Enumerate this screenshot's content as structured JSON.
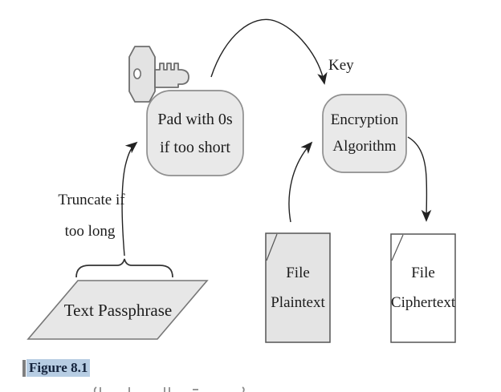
{
  "figure": {
    "caption_label": "Figure 8.1"
  },
  "diagram": {
    "key_arrow_label": "Key",
    "truncate_label_line1": "Truncate if",
    "truncate_label_line2": "too long",
    "pad_box_line1": "Pad with 0s",
    "pad_box_line2": "if too short",
    "encryption_box_line1": "Encryption",
    "encryption_box_line2": "Algorithm",
    "passphrase_label": "Text Passphrase",
    "plaintext_line1": "File",
    "plaintext_line2": "Plaintext",
    "ciphertext_line1": "File",
    "ciphertext_line2": "Ciphertext"
  },
  "icons": {
    "key_icon": "key-icon"
  },
  "colors": {
    "node_fill": "#e9e9e9",
    "node_border": "#8f8f8f",
    "key_fill": "#e3e3e3",
    "key_border": "#6f6f6f",
    "doc_plaintext_fill": "#e4e4e4",
    "doc_ciphertext_fill": "#ffffff",
    "doc_border": "#555555",
    "arrow": "#222222",
    "text": "#1c1c1c",
    "caption_text": "#14233c",
    "caption_highlight": "#b7cde3",
    "caption_bar": "#7f7f7f"
  }
}
